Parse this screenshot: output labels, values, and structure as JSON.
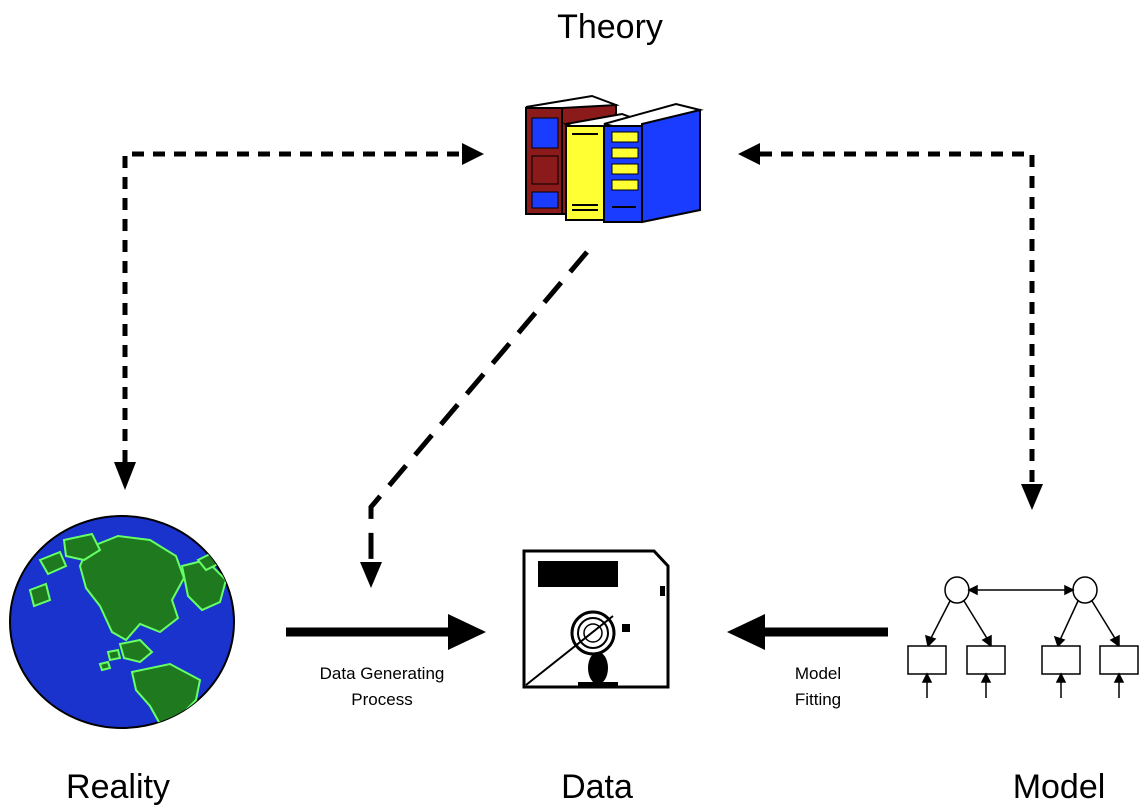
{
  "labels": {
    "theory": "Theory",
    "reality": "Reality",
    "data": "Data",
    "model": "Model"
  },
  "arrows": {
    "dgp_line1": "Data Generating",
    "dgp_line2": "Process",
    "fit_line1": "Model",
    "fit_line2": "Fitting"
  },
  "icons": {
    "theory": "books-icon",
    "reality": "globe-icon",
    "data": "floppy-disk-icon",
    "model": "path-model-icon"
  },
  "colors": {
    "ink": "#000000",
    "book_maroon": "#8b1a1a",
    "book_yellow": "#ffff33",
    "book_blue": "#1a3cff",
    "globe_blue": "#1a33cc",
    "land_green": "#1f7a1f",
    "land_outline": "#66ff66"
  }
}
